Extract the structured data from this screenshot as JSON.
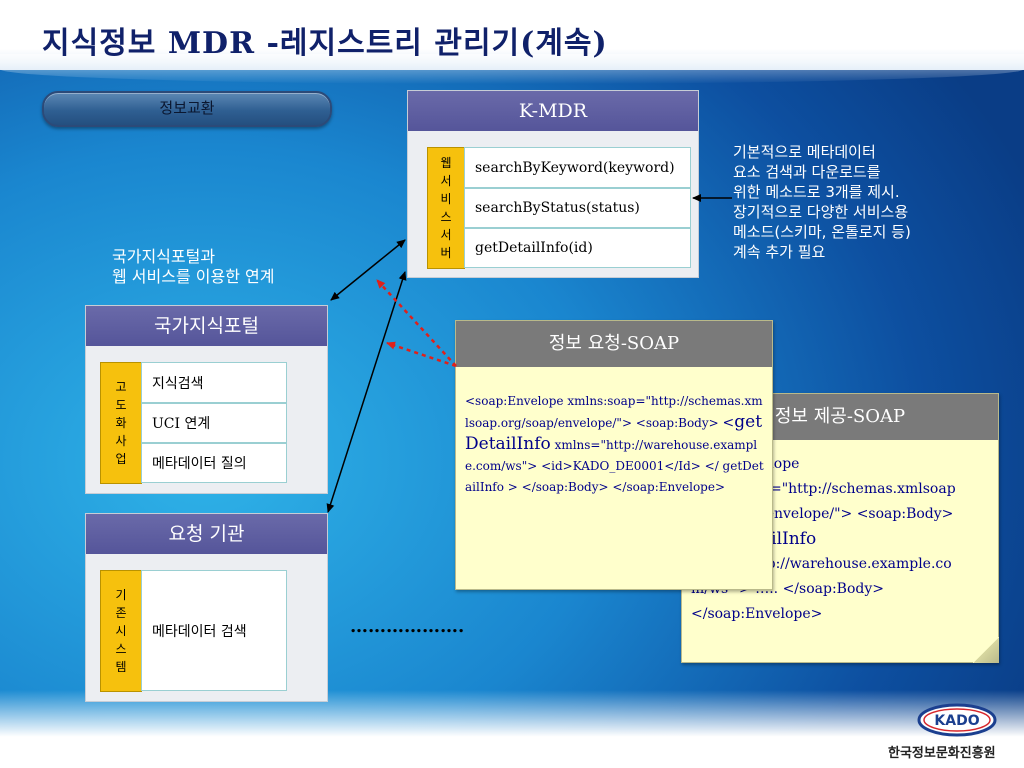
{
  "title": "지식정보 MDR -레지스트리 관리기(계속)",
  "exchange_pill": "정보교환",
  "kmdr": {
    "header": "K-MDR",
    "side_label": [
      "웹",
      "서",
      "비",
      "스",
      "서",
      "버"
    ],
    "methods": [
      "searchByKeyword(keyword)",
      "searchByStatus(status)",
      "getDetailInfo(id)"
    ]
  },
  "kmdr_note": {
    "lines": [
      "기본적으로 메타데이터",
      "요소 검색과 다운로드를",
      "위한 메소드로 3개를 제시.",
      "장기적으로 다양한 서비스용",
      "메소드(스키마, 온톨로지 등)",
      "계속 추가 필요"
    ]
  },
  "portal_note": {
    "lines": [
      "국가지식포털과",
      "웹 서비스를 이용한 연계"
    ]
  },
  "portal": {
    "header": "국가지식포털",
    "side_label": [
      "고",
      "도",
      "화",
      "사",
      "업"
    ],
    "items": [
      "지식검색",
      "UCI 연계",
      "메타데이터 질의"
    ]
  },
  "agency": {
    "header": "요청 기관",
    "side_label": [
      "기",
      "존",
      "시",
      "스",
      "템"
    ],
    "item": "메타데이터 검색"
  },
  "soap_request": {
    "header": "정보 요청-SOAP",
    "line1": "<soap:Envelope xmlns:soap=\"http://schemas.xmlsoap.org/soap/envelope/\"> <soap:Body>",
    "lead": "<",
    "method": "getDetailInfo",
    "line2": "xmlns=\"http://warehouse.example.com/ws\"> <id>KADO_DE0001</Id> </ getDetailInfo > </soap:Body> </soap:Envelope>"
  },
  "soap_response": {
    "header": "정보 제공-SOAP",
    "line1": "elope",
    "line2": "p=\"http://schemas.xmlsoap",
    "line3": "/envelope/\"> <soap:Body>",
    "method": "ailInfo",
    "line4": "tp://warehouse.example.co",
    "line5": "m/ws\" > …..  </soap:Body>",
    "line6": "</soap:Envelope>"
  },
  "ellipsis": "……………….",
  "logo_text": "KADO",
  "org_name": "한국정보문화진흥원",
  "colors": {
    "title": "#10216a",
    "panel_header": "#5e5ea1",
    "side_label": "#f6c10d",
    "soap_fill": "#ffffcc",
    "soap_header": "#7a7a7a",
    "soap_text": "#00008a",
    "dashed_arrow": "#e0201a"
  }
}
